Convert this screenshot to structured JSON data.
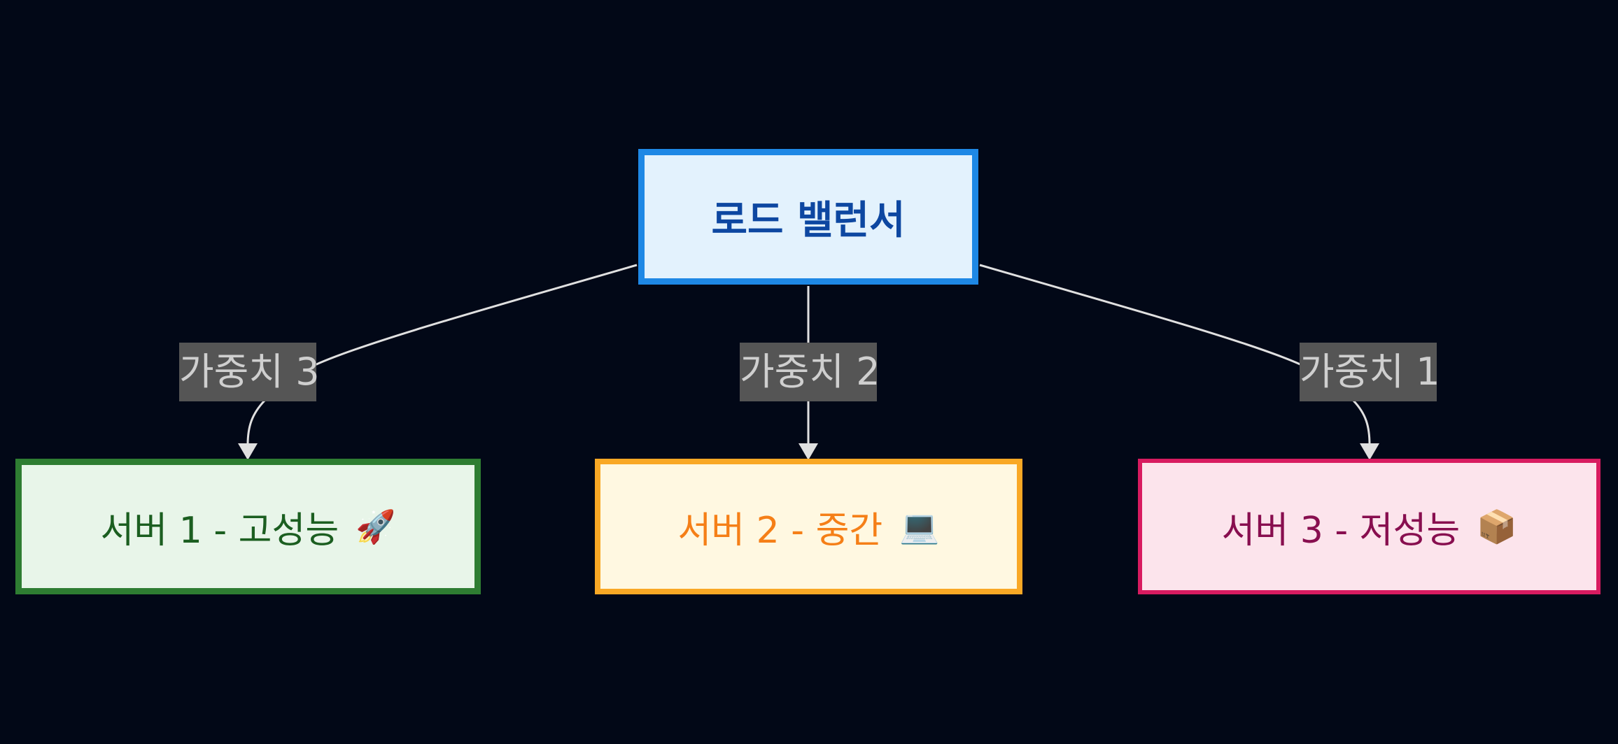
{
  "diagram": {
    "load_balancer": {
      "label": "로드 밸런서"
    },
    "servers": [
      {
        "label": "서버 1 - 고성능",
        "emoji": "🚀",
        "weight_label": "가중치 3"
      },
      {
        "label": "서버 2 - 중간",
        "emoji": "💻",
        "weight_label": "가중치 2"
      },
      {
        "label": "서버 3 - 저성능",
        "emoji": "📦",
        "weight_label": "가중치 1"
      }
    ],
    "colors": {
      "background": "#020817",
      "edge": "#e0e0e0",
      "edge_label_bg": "#555555",
      "load_balancer_border": "#1e88e5",
      "server1_border": "#2e7d32",
      "server2_border": "#f9a825",
      "server3_border": "#d81b60"
    }
  }
}
